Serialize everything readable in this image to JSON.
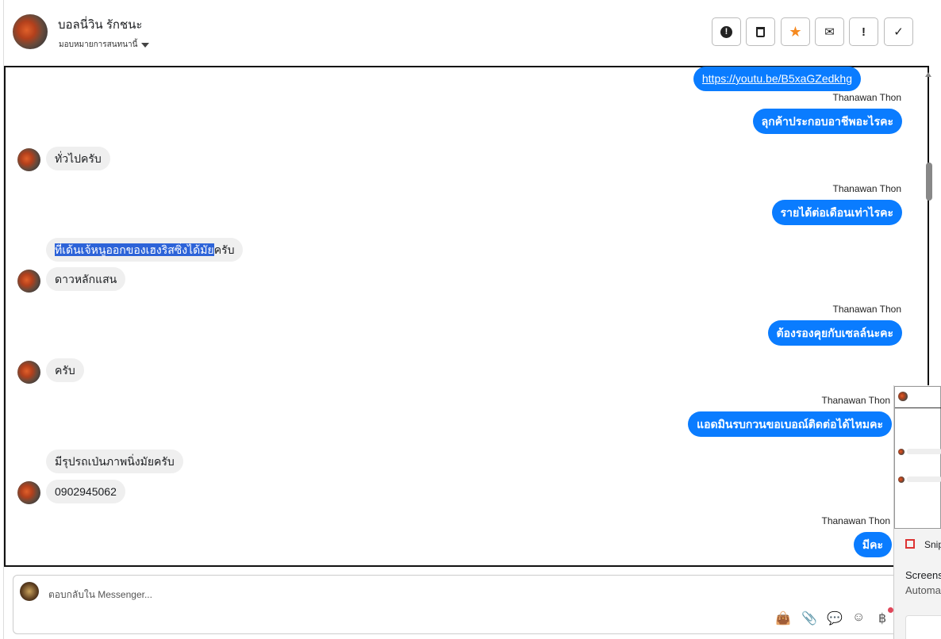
{
  "header": {
    "contact_name": "บอลนี่วิน รักชนะ",
    "assign_label": "มอบหมายการสนทนานี้"
  },
  "toolbar": [
    {
      "name": "report-spam-button",
      "icon": "alert-circle-icon",
      "glyph": "❗"
    },
    {
      "name": "delete-button",
      "icon": "trash-icon",
      "glyph": "🗑"
    },
    {
      "name": "star-button",
      "icon": "star-icon",
      "glyph": "★"
    },
    {
      "name": "mark-unread-button",
      "icon": "envelope-open-icon",
      "glyph": "✉"
    },
    {
      "name": "important-button",
      "icon": "exclamation-icon",
      "glyph": "!"
    },
    {
      "name": "done-button",
      "icon": "check-icon",
      "glyph": "✓"
    }
  ],
  "messages": {
    "m1": "https://youtu.be/B5xaGZedkhg",
    "sender": "Thanawan Thon",
    "m2": "ลุกค้าประกอบอาชีพอะไรคะ",
    "m3": "ทั่วไปครับ",
    "m4": "รายได้ต่อเดือนเท่าไรคะ",
    "m5_selected": "ที่เด้นเจ้หนูออกของเฮงริสซิ่งได้มัย",
    "m5_rest": "ครับ",
    "m6": "ดาวหลักแสน",
    "m7": "ต้องรองคุยกับเซลล์นะคะ",
    "m8": "ครับ",
    "m9": "แอดมินรบกวนขอเบอณ์ติดต่อได้ไหมคะ",
    "m10": "มีรุปรถเป่นภาพนิ่งมัยครับ",
    "m11": "0902945062",
    "m12": "มีคะ"
  },
  "composer": {
    "placeholder": "ตอบกลับใน Messenger..."
  },
  "composer_icons": [
    "bag-icon",
    "paperclip-icon",
    "chat-icon",
    "emoji-icon",
    "baht-icon"
  ],
  "snip": {
    "title": "Snip",
    "line1": "Screens",
    "line2": "Automa"
  },
  "colors": {
    "outgoing": "#0a7cff",
    "incoming": "#efefef",
    "star": "#f5891f",
    "selection": "#2d63d8"
  }
}
